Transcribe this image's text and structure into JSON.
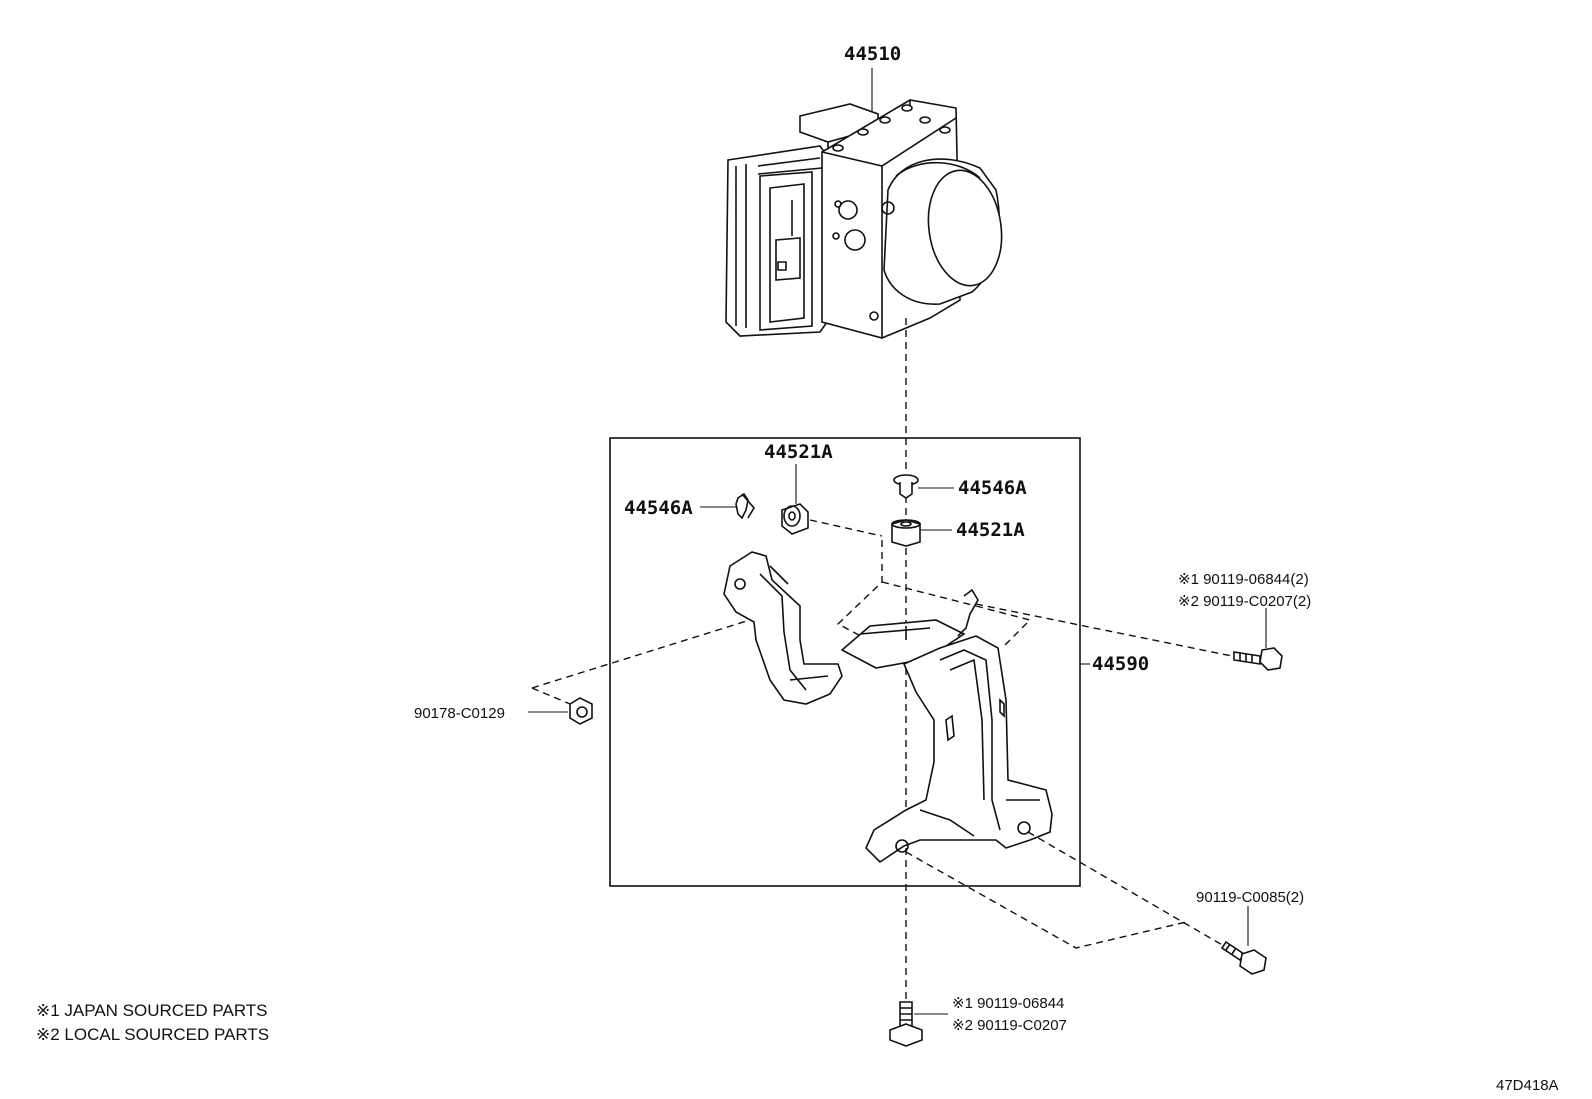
{
  "labels": {
    "actuator": "44510",
    "bracket": "44590",
    "cushion_left": "44521A",
    "cushion_right": "44521A",
    "collar_left": "44546A",
    "collar_right": "44546A",
    "nut": "90178-C0129",
    "bolt_right_1": "※1 90119-06844(2)",
    "bolt_right_2": "※2 90119-C0207(2)",
    "bolt_lower_right": "90119-C0085(2)",
    "bolt_bottom_1": "※1 90119-06844",
    "bolt_bottom_2": "※2 90119-C0207"
  },
  "notes": {
    "note1": "※1 JAPAN SOURCED PARTS",
    "note2": "※2 LOCAL SOURCED PARTS"
  },
  "diagram_code": "47D418A"
}
